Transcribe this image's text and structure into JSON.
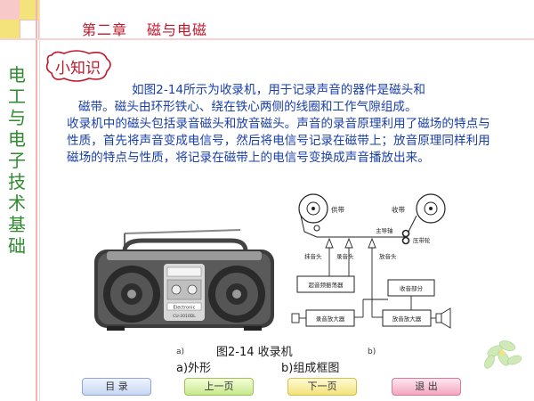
{
  "header": {
    "chapter": "第二章",
    "title": "磁与电磁"
  },
  "sidebar": {
    "course_title": "电工与电子技术基础"
  },
  "badge": {
    "label": "小知识"
  },
  "body": {
    "para_line1": "如图2-14所示为收录机，用于记录声音的器件是磁头和",
    "para_line2": "磁带。磁头由环形铁心、绕在铁心两侧的线圈和工作气隙组成。",
    "para_rest": "收录机中的磁头包括录音磁头和放音磁头。声音的录音原理利用了磁场的特点与性质，首先将声音变成电信号，然后将电信号记录在磁带上；放音原理同样利用磁场的特点与性质，将记录在磁带上的电信号变换成声音播放出来。"
  },
  "diagram": {
    "supply_reel": "供带",
    "takeup_reel": "收带",
    "capstan": "主导轴",
    "pinch_roller": "压带轮",
    "erase_head": "抹音头",
    "record_head": "录音头",
    "play_head": "放音头",
    "bias_osc": "超音频振荡器",
    "rec_amp": "录音放大器",
    "recv_part": "收音部分",
    "play_amp": "放音放大器"
  },
  "radio": {
    "brand": "Electronic",
    "model": "CU-2010DL"
  },
  "figure": {
    "caption": "图2-14  收录机",
    "tag_a": "a)",
    "tag_b": "b)",
    "sub_a": "a)外形",
    "sub_b": "b)组成框图"
  },
  "nav": {
    "contents": "目  录",
    "prev": "上一页",
    "next": "下一页",
    "exit": "退  出"
  },
  "colors": {
    "accent_red": "#c0162a",
    "title_green": "#2e8b2e",
    "body_blue": "#1a3fa8"
  }
}
